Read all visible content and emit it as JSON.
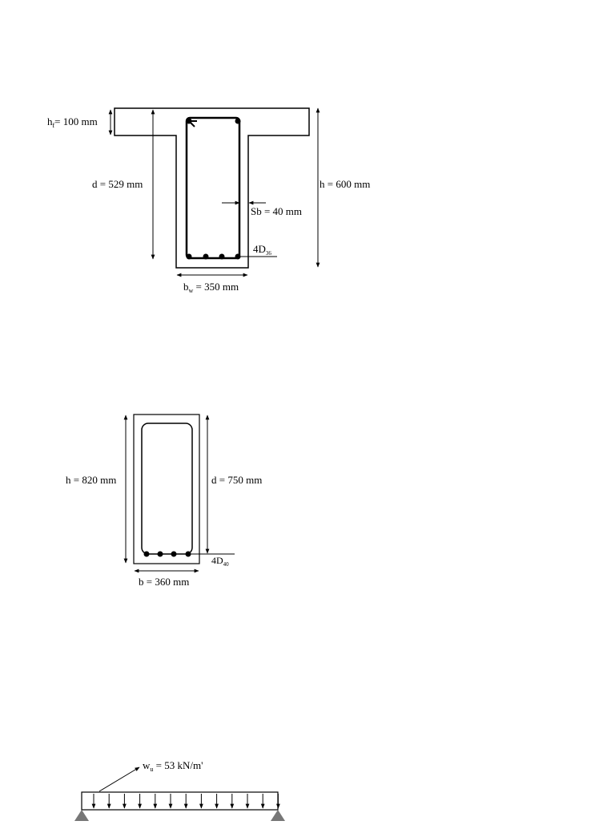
{
  "tbeam": {
    "hf_label": {
      "main": "h",
      "sub": "f",
      "rest": "= 100 mm"
    },
    "d_label": "d = 529 mm",
    "h_label": "h = 600 mm",
    "sb_label": "Sb = 40 mm",
    "bars_label": {
      "main": "4D",
      "sub": "36"
    },
    "bw_label": {
      "main": "b",
      "sub": "w",
      "rest": " = 350 mm"
    }
  },
  "rectbeam": {
    "h_label": "h = 820 mm",
    "d_label": "d = 750 mm",
    "bars_label": {
      "main": "4D",
      "sub": "40"
    },
    "b_label": "b = 360 mm"
  },
  "loadbeam": {
    "load_label": {
      "main": "w",
      "sub": "u",
      "rest": " = 53 kN/m'"
    }
  },
  "colors": {
    "line": "#000000",
    "support": "#777777"
  }
}
